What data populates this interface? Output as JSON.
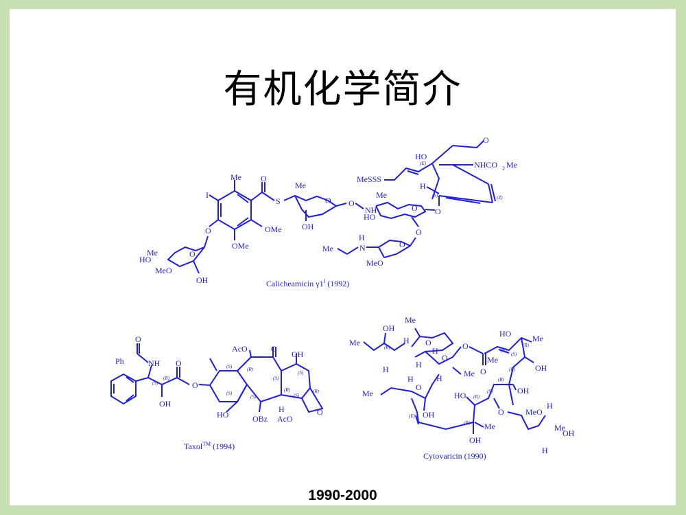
{
  "slide": {
    "title": "有机化学简介",
    "footer": "1990-2000",
    "colors": {
      "border": "#c6e0b4",
      "background": "#ffffff",
      "structure": "#1a1aff",
      "title": "#000000"
    }
  },
  "structures": [
    {
      "name": "calicheamicin",
      "caption": "Calicheamicin γ1",
      "caption_sup": "I",
      "year": "(1992)",
      "labels": [
        "Me",
        "O",
        "I",
        "S",
        "Me",
        "O",
        "O",
        "NH",
        "MeSSS",
        "HO",
        "O",
        "NHCO2Me",
        "H",
        "Me",
        "O",
        "O",
        "HO",
        "OH",
        "OMe",
        "OMe",
        "O",
        "Me",
        "HO",
        "O",
        "MeO",
        "OH",
        "H",
        "Me",
        "N",
        "O",
        "MeO"
      ]
    },
    {
      "name": "taxol",
      "caption": "Taxol",
      "caption_sup": "TM",
      "year": "(1994)",
      "labels": [
        "O",
        "Ph",
        "NH",
        "O",
        "O",
        "AcO",
        "O",
        "OH",
        "OH",
        "HO",
        "OBz",
        "H",
        "AcO",
        "O"
      ]
    },
    {
      "name": "cytovaricin",
      "caption": "Cytovaricin",
      "year": "(1990)",
      "labels": [
        "OH",
        "Me",
        "Me",
        "H",
        "O",
        "H",
        "O",
        "HO",
        "Me",
        "O",
        "O",
        "Me",
        "OH",
        "H",
        "H",
        "Me",
        "O",
        "H",
        "HO",
        "OH",
        "OH",
        "OH",
        "Me",
        "OH",
        "O",
        "MeO",
        "O",
        "H",
        "Me",
        "OH",
        "H"
      ]
    }
  ]
}
